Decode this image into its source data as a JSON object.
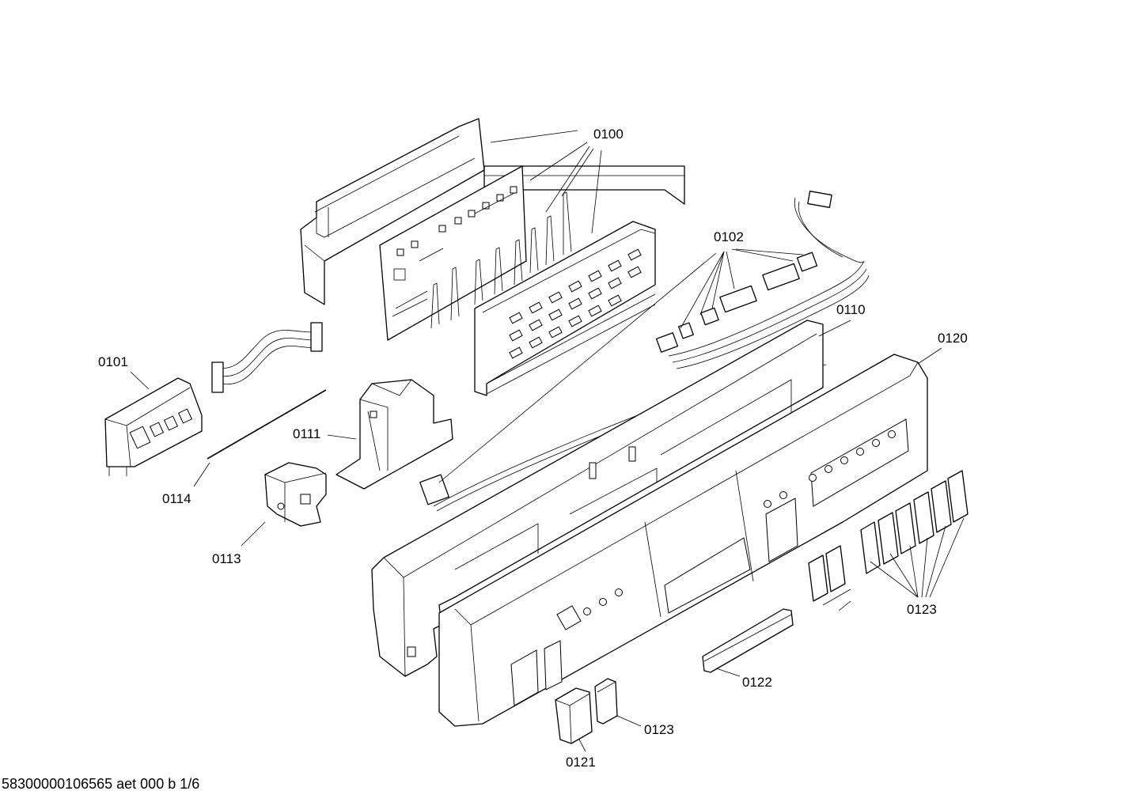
{
  "labels": {
    "p0100": "0100",
    "p0101": "0101",
    "p0102": "0102",
    "p0110": "0110",
    "p0111": "0111",
    "p0113": "0113",
    "p0114": "0114",
    "p0120": "0120",
    "p0121": "0121",
    "p0122": "0122",
    "p0123a": "0123",
    "p0123b": "0123"
  },
  "footer": "58300000106565 aet 000 b 1/6"
}
